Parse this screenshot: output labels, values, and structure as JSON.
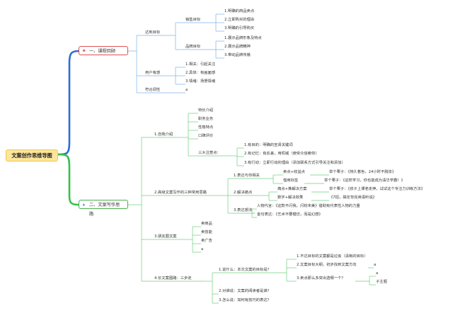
{
  "root": "文案创作思维导图",
  "branch1": {
    "label": "一、课程回顾",
    "icon": "flag-icon",
    "goal": {
      "label": "达到目标",
      "sales": {
        "label": "销售目标",
        "items": [
          "1.明确的商品卖点",
          "2.立即购买的理由",
          "3.明确的引导购买"
        ]
      },
      "brand": {
        "label": "品牌目标",
        "items": [
          "1.展示品牌形象及特点",
          "2.展示品牌精神",
          "3.带动品牌传播"
        ]
      }
    },
    "user": {
      "label": "用户有感",
      "items": [
        "1.相关：引起关注",
        "2.具体：有画面感",
        "3.情绪：场景情绪"
      ]
    },
    "tone": {
      "label": "符合调性",
      "child": "a"
    }
  },
  "branch2": {
    "label": "二、文案写作思路",
    "icon": "send-icon",
    "intro": {
      "label": "1.自我介绍",
      "items": [
        "特长介绍",
        "职务业务",
        "性格特点",
        "口碑评价"
      ],
      "three": {
        "label": "三大注意点：",
        "items": [
          "1.有目的：明确的宣贤关键词",
          "2.有记忆：有反差，用权威（使受众信赖你）",
          "3.有行动：立即行动的理由（添加联系方式引导关注和添加）"
        ]
      }
    },
    "methods": {
      "label": "2.高级文案写作的三种常用思路",
      "express": {
        "label": "1.表达与你相关",
        "r1": {
          "label": "卖点+收益点",
          "text": "举个栗子：《持久着色，24小时不脱妆》"
        },
        "r2": {
          "label": "借用标签",
          "text": "举个栗子：《这样学习，你也能成为清华学霸！》"
        }
      },
      "solve": {
        "label": "2.解决痛点",
        "r1": {
          "label": "痛点+推解决方案",
          "text": "举个栗子：《孩子上课老走神，试试这个专注力训练方法》"
        },
        "r2": {
          "label": "数字+解决效果",
          "text": "《7招，搞定背完英语听说》"
        }
      },
      "idea": {
        "label": "3.表达想法",
        "r1": "人物代言：《这款不闪我，闪粉末美》借助有代表性人物的力量",
        "r2": "金句表达：《艺术不要模仿，而是幻想》"
      }
    },
    "moments": {
      "label": "3.朋友圈文案",
      "items": [
        "卖商品",
        "卖技能",
        "卖广告",
        "a"
      ]
    },
    "long": {
      "label": "4.长文案图路：三步走",
      "what": {
        "label": "1.说什么：本次文案的目标是？",
        "items": [
          "1.不达目标的文案都是垃圾（清晰的目标）",
          "2.文案目标大纲，初步找到文案方向",
          "3.卖点那么多突出选哪一个？"
        ],
        "child2": "a",
        "child3": [
          "a",
          "子主题"
        ]
      },
      "who": "2.对谁说：文案的阅读者是谁？",
      "how": "3.怎么说：如何有技巧的表达？"
    }
  }
}
